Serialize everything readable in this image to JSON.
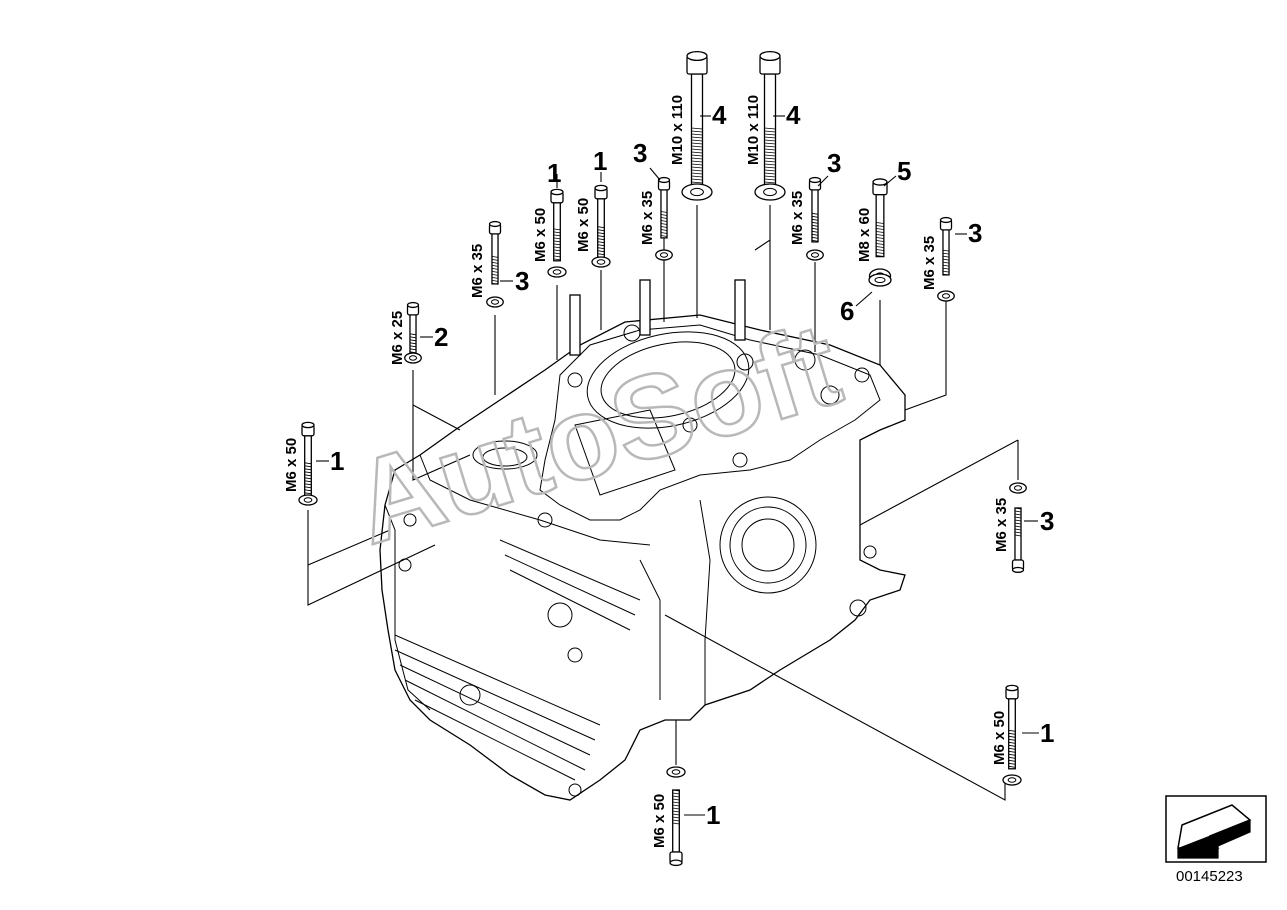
{
  "watermark": "AutoSoft",
  "diagram_code": "00145223",
  "nav_icon": "arrow-down-left-icon",
  "callouts": [
    {
      "id": "a",
      "num": "1",
      "size": "M6 x 50"
    },
    {
      "id": "b",
      "num": "1",
      "size": "M6 x 50"
    },
    {
      "id": "c",
      "num": "3",
      "size": "M6 x 35"
    },
    {
      "id": "d",
      "num": "4",
      "size": "M10 x 110"
    },
    {
      "id": "e",
      "num": "4",
      "size": "M10 x 110"
    },
    {
      "id": "f",
      "num": "3",
      "size": "M6 x 35"
    },
    {
      "id": "g",
      "num": "5",
      "size": "M8 x 60"
    },
    {
      "id": "h",
      "num": "6",
      "size": ""
    },
    {
      "id": "i",
      "num": "3",
      "size": "M6 x 35"
    },
    {
      "id": "j",
      "num": "3",
      "size": "M6 x 35"
    },
    {
      "id": "k",
      "num": "2",
      "size": "M6 x 25"
    },
    {
      "id": "l",
      "num": "1",
      "size": "M6 x 50"
    },
    {
      "id": "m",
      "num": "3",
      "size": "M6 x 35"
    },
    {
      "id": "n",
      "num": "1",
      "size": "M6 x 50"
    },
    {
      "id": "o",
      "num": "1",
      "size": "M6 x 50"
    }
  ]
}
